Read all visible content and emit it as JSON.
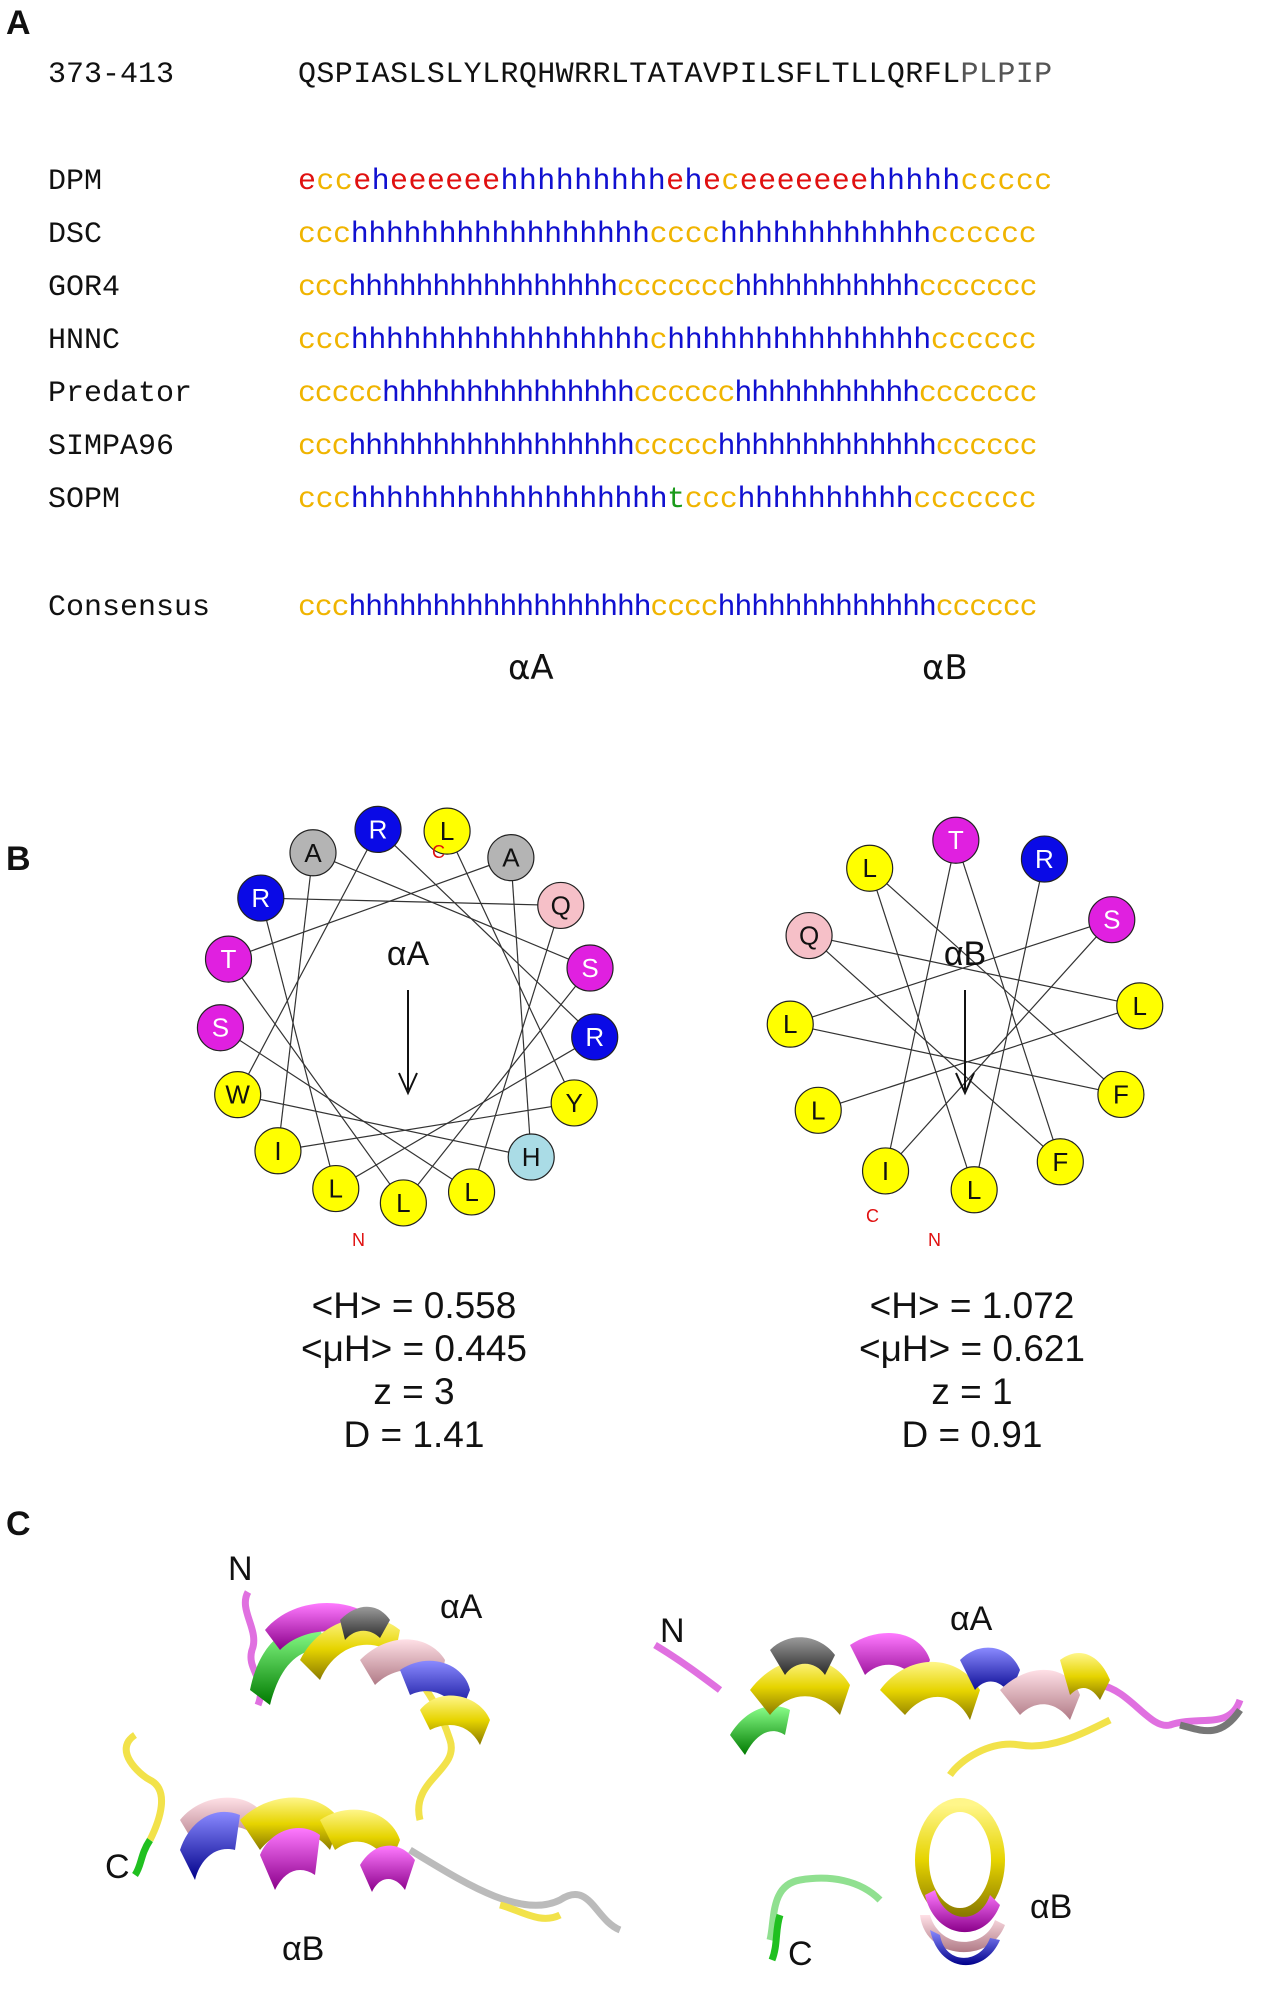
{
  "panels": {
    "a": "A",
    "b": "B",
    "c": "C"
  },
  "panelA": {
    "sequence": {
      "name": "373-413",
      "main": "QSPIASLSLYLRQHWRRLTATAVPILSFLTLLQRFL",
      "tail": "PLPIP"
    },
    "colors": {
      "c": "#f0b400",
      "h": "#1010d0",
      "e": "#e01010",
      "t": "#1a9a1a"
    },
    "rows": [
      {
        "name": "DPM",
        "pred": "ecceheeeeeehhhhhhhhheheceeeeeeehhhhhccccc"
      },
      {
        "name": "DSC",
        "pred": "ccchhhhhhhhhhhhhhhhhcccchhhhhhhhhhhhcccccc"
      },
      {
        "name": "GOR4",
        "pred": "ccchhhhhhhhhhhhhhhhccccccchhhhhhhhhhhccccccc"
      },
      {
        "name": "HNNC",
        "pred": "ccchhhhhhhhhhhhhhhhhchhhhhhhhhhhhhhhcccccc"
      },
      {
        "name": "Predator",
        "pred": "ccccchhhhhhhhhhhhhhhcccccchhhhhhhhhhhccccccc"
      },
      {
        "name": "SIMPA96",
        "pred": "ccchhhhhhhhhhhhhhhhhccccchhhhhhhhhhhhhcccccc"
      },
      {
        "name": "SOPM",
        "pred": "ccchhhhhhhhhhhhhhhhhhtccchhhhhhhhhhccccccc"
      }
    ],
    "consensus": {
      "name": "Consensus",
      "pred": "ccchhhhhhhhhhhhhhhhhhcccchhhhhhhhhhhhhcccccc"
    },
    "helix_labels": [
      "αA",
      "αB"
    ]
  },
  "panelB": {
    "residue_colors": {
      "yellow": "#ffff00",
      "grey": "#b4b4b4",
      "pink": "#f6c0c8",
      "magenta": "#e020e0",
      "blue": "#0a0ae6",
      "lightblue": "#aadce6"
    },
    "wheelA": {
      "label": "αA",
      "residues": [
        {
          "aa": "L",
          "color": "yellow"
        },
        {
          "aa": "A",
          "color": "grey"
        },
        {
          "aa": "Q",
          "color": "pink"
        },
        {
          "aa": "S",
          "color": "magenta"
        },
        {
          "aa": "R",
          "color": "blue"
        },
        {
          "aa": "Y",
          "color": "yellow"
        },
        {
          "aa": "H",
          "color": "lightblue"
        },
        {
          "aa": "L",
          "color": "yellow"
        },
        {
          "aa": "L",
          "color": "yellow"
        },
        {
          "aa": "L",
          "color": "yellow"
        },
        {
          "aa": "I",
          "color": "yellow"
        },
        {
          "aa": "W",
          "color": "yellow"
        },
        {
          "aa": "S",
          "color": "magenta"
        },
        {
          "aa": "T",
          "color": "magenta"
        },
        {
          "aa": "R",
          "color": "blue"
        },
        {
          "aa": "A",
          "color": "grey"
        },
        {
          "aa": "R",
          "color": "blue"
        }
      ],
      "terminus_c": "C",
      "terminus_n": "N",
      "stats": [
        "<H> = 0.558",
        "<μH> = 0.445",
        "z = 3",
        "D = 1.41"
      ]
    },
    "wheelB": {
      "label": "αB",
      "residues": [
        {
          "aa": "R",
          "color": "blue"
        },
        {
          "aa": "S",
          "color": "magenta"
        },
        {
          "aa": "L",
          "color": "yellow"
        },
        {
          "aa": "F",
          "color": "yellow"
        },
        {
          "aa": "F",
          "color": "yellow"
        },
        {
          "aa": "L",
          "color": "yellow"
        },
        {
          "aa": "I",
          "color": "yellow"
        },
        {
          "aa": "L",
          "color": "yellow"
        },
        {
          "aa": "L",
          "color": "yellow"
        },
        {
          "aa": "Q",
          "color": "pink"
        },
        {
          "aa": "L",
          "color": "yellow"
        },
        {
          "aa": "T",
          "color": "magenta"
        }
      ],
      "terminus_c": "C",
      "terminus_n": "N",
      "stats": [
        "<H> = 1.072",
        "<μH> = 0.621",
        "z = 1",
        "D = 0.91"
      ]
    }
  },
  "panelC": {
    "left": {
      "n": "N",
      "c": "C",
      "helixA": "αA",
      "helixB": "αB"
    },
    "right": {
      "n": "N",
      "c": "C",
      "helixA": "αA",
      "helixB": "αB"
    }
  }
}
